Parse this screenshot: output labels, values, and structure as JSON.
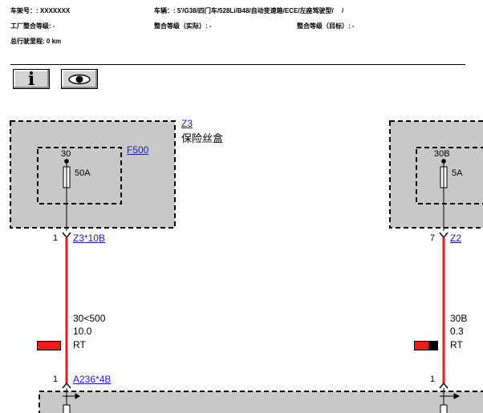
{
  "header": {
    "vin_label": "车架号：:",
    "vin_value": "XXXXXXX",
    "vehicle_label": "车辆：:",
    "vehicle_value": "5'/G38/四门车/528Li/B48/自动变速箱/ECE/左座驾驶型/",
    "vehicle_sep": "/",
    "factory_level_label": "工厂整合等级:",
    "factory_level_value": "-",
    "actual_level_label": "整合等级（实际）:",
    "actual_level_value": "-",
    "target_level_label": "整合等级（目标）:",
    "target_level_value": "-",
    "mileage_label": "总行驶里程:",
    "mileage_value": "0 km"
  },
  "toolbar": {
    "info_glyph": "i",
    "info_icon": "info-icon",
    "view_icon": "eye-icon"
  },
  "diagram": {
    "left": {
      "module_id": "Z3",
      "module_name": "保险丝盒",
      "fuse_id": "F500",
      "fuse_slot": "30",
      "fuse_rating": "50A",
      "pin_top": "1",
      "connector_top": "Z3*10B",
      "wire_len": "30<500",
      "wire_size": "10.0",
      "wire_color": "RT",
      "pin_bottom": "1",
      "connector_bottom": "A236*4B"
    },
    "right": {
      "fuse_slot": "30B",
      "fuse_rating": "5A",
      "pin_top": "7",
      "connector_top": "Z2",
      "wire_len": "30B",
      "wire_size": "0.3",
      "wire_color": "RT",
      "pin_bottom": "1"
    },
    "colors": {
      "module_fill": "#c8c8c8",
      "wire": "#ee1b1b",
      "link": "#1a1ad6"
    }
  }
}
